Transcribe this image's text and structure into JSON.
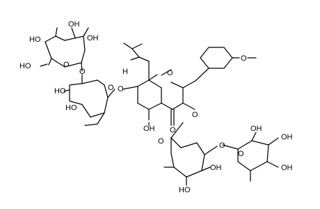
{
  "structure": {
    "labels": [
      {
        "id": "oh-1",
        "text": "OH"
      },
      {
        "id": "oh-2",
        "text": "HO"
      },
      {
        "id": "oh-3",
        "text": "OH"
      },
      {
        "id": "oh-4",
        "text": "HO"
      },
      {
        "id": "o-ring-1",
        "text": "O"
      },
      {
        "id": "o-link-1",
        "text": "O"
      },
      {
        "id": "oh-5",
        "text": "HO"
      },
      {
        "id": "o-ring-2",
        "text": "O"
      },
      {
        "id": "oh-6",
        "text": "HO"
      },
      {
        "id": "o-link-7",
        "text": "O"
      },
      {
        "id": "h-vinyl",
        "text": "H"
      },
      {
        "id": "o-pyran",
        "text": "O"
      },
      {
        "id": "o-methoxy",
        "text": "O"
      },
      {
        "id": "oh-5pos",
        "text": "OH"
      },
      {
        "id": "o-keto",
        "text": "O"
      },
      {
        "id": "o-link-3",
        "text": "O"
      },
      {
        "id": "o-ring-3",
        "text": "O"
      },
      {
        "id": "o-link-2pp",
        "text": "O"
      },
      {
        "id": "o-ring-4",
        "text": "O"
      },
      {
        "id": "oh-7",
        "text": "OH"
      },
      {
        "id": "oh-8",
        "text": "OH"
      },
      {
        "id": "oh-9",
        "text": "OH"
      },
      {
        "id": "oh-10",
        "text": "OH"
      },
      {
        "id": "oh-11",
        "text": "HO"
      }
    ]
  }
}
